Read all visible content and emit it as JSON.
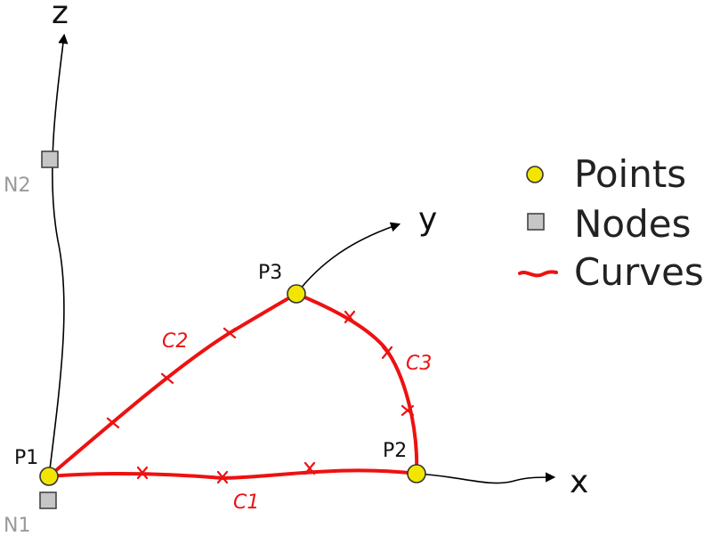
{
  "axes": {
    "x": "x",
    "y": "y",
    "z": "z"
  },
  "points": [
    "P1",
    "P2",
    "P3"
  ],
  "nodes": [
    "N1",
    "N2"
  ],
  "curves": [
    "C1",
    "C2",
    "C3"
  ],
  "legend": {
    "points": "Points",
    "nodes": "Nodes",
    "curves": "Curves"
  },
  "colors": {
    "point_fill": "#f2e600",
    "node_fill": "#c6c6c6",
    "curve": "#ee1111",
    "node_label": "#9a9a9a"
  }
}
